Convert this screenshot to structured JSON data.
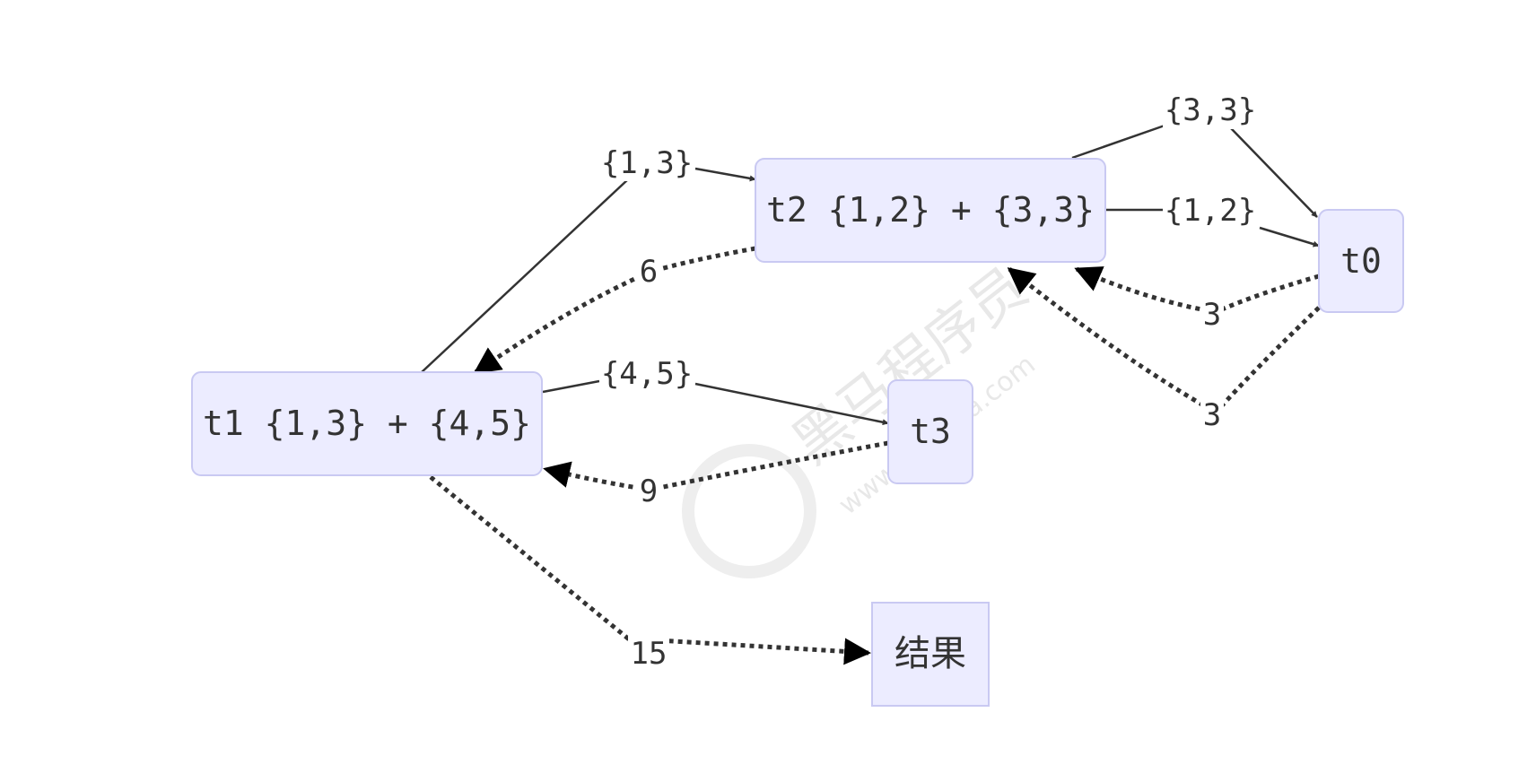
{
  "nodes": {
    "t1": "t1 {1,3} + {4,5}",
    "t2": "t2 {1,2} + {3,3}",
    "t0": "t0",
    "t3": "t3",
    "result": "结果"
  },
  "edge_labels": {
    "t1_t2": "{1,3}",
    "t2_t0_top": "{3,3}",
    "t2_t0_mid": "{1,2}",
    "t1_t3": "{4,5}",
    "t2_t1": "6",
    "t0_t2_a": "3",
    "t0_t2_b": "3",
    "t3_t1": "9",
    "t1_result": "15"
  },
  "watermark": {
    "text": "黑马程序员",
    "url": "www.itheima.com"
  },
  "colors": {
    "node_fill": "#ECECFF",
    "node_stroke": "#C9C9F2",
    "edge": "#333333"
  }
}
